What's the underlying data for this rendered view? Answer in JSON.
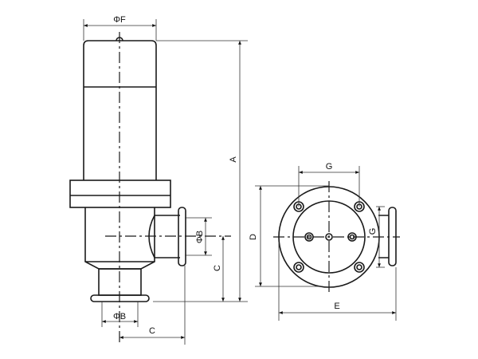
{
  "title": "Angle valve dimension drawing",
  "labels": {
    "phi_f": "ΦF",
    "a": "A",
    "phi_b_side": "ΦB",
    "c_side": "C",
    "phi_b_bottom": "ΦB",
    "c_bottom": "C",
    "g_top": "G",
    "g_side": "G",
    "d": "D",
    "e": "E"
  },
  "colors": {
    "line": "#1a1a1a",
    "background": "#ffffff"
  }
}
